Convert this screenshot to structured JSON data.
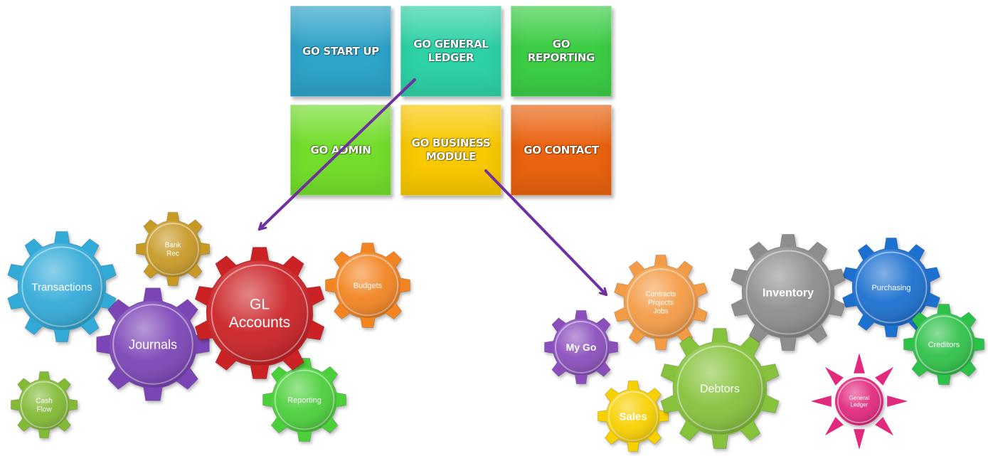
{
  "tiles": [
    {
      "label": "GO START UP",
      "color": "#2fa3c9"
    },
    {
      "label": "GO GENERAL\nLEDGER",
      "color": "#2ed1a6"
    },
    {
      "label": "GO\nREPORTING",
      "color": "#3ccd45"
    },
    {
      "label": "GO ADMIN",
      "color": "#73dd2c"
    },
    {
      "label": "GO BUSINESS\nMODULE",
      "color": "#f9c800"
    },
    {
      "label": "GO CONTACT",
      "color": "#ea6310"
    }
  ],
  "gears": {
    "transactions": {
      "label": "Transactions",
      "color": "#30aad8"
    },
    "bank_rec": {
      "label": "Bank\nRec",
      "color": "#c79a28"
    },
    "gl_accounts": {
      "label": "GL\nAccounts",
      "color": "#cb2227"
    },
    "budgets": {
      "label": "Budgets",
      "color": "#f28420"
    },
    "journals": {
      "label": "Journals",
      "color": "#7c45b6"
    },
    "reporting": {
      "label": "Reporting",
      "color": "#4ccf3a"
    },
    "cash_flow": {
      "label": "Cash\nFlow",
      "color": "#82ba36"
    },
    "my_go": {
      "label": "My Go",
      "color": "#8b4fbd"
    },
    "contracts": {
      "label": "Contracts\nProjects\nJobs",
      "color": "#f39b45"
    },
    "inventory": {
      "label": "Inventory",
      "color": "#8d8d8d"
    },
    "purchasing": {
      "label": "Purchasing",
      "color": "#1f6fd0"
    },
    "creditors": {
      "label": "Creditors",
      "color": "#2fc14a"
    },
    "sales": {
      "label": "Sales",
      "color": "#f7d000"
    },
    "debtors": {
      "label": "Debtors",
      "color": "#86c23b"
    },
    "general_ledger": {
      "label": "General\nLedger",
      "color": "#e2297e"
    }
  },
  "arrow_color": "#7030a0"
}
